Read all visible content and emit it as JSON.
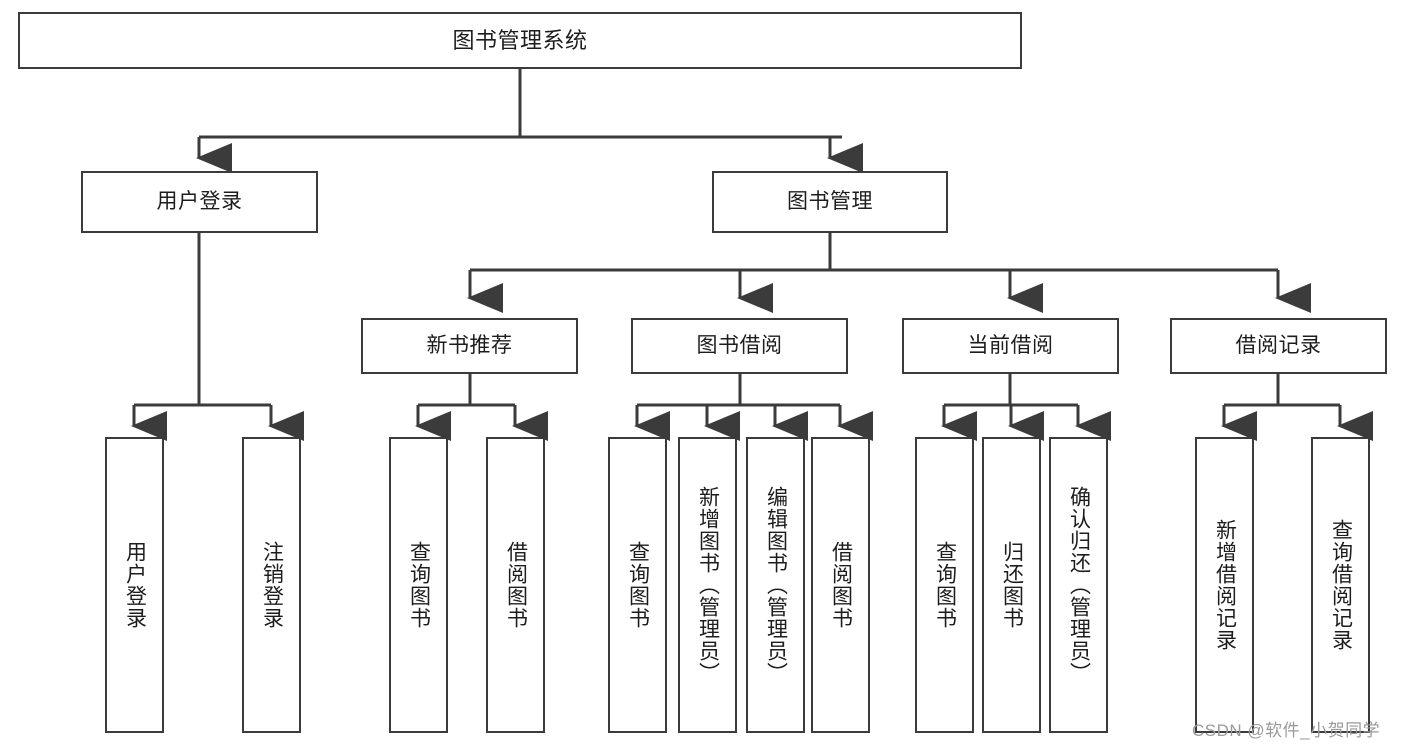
{
  "diagram": {
    "title": "图书管理系统",
    "type": "hierarchy-tree",
    "colors": {
      "box_border": "#3b3b3b",
      "box_fill": "#ffffff",
      "connector": "#3b3b3b",
      "text": "#1d1d1d",
      "watermark": "#9a9a9a",
      "background": "#ffffff"
    },
    "root": {
      "label": "图书管理系统"
    },
    "level2": [
      {
        "label": "用户登录"
      },
      {
        "label": "图书管理"
      }
    ],
    "level3": [
      {
        "label": "新书推荐"
      },
      {
        "label": "图书借阅"
      },
      {
        "label": "当前借阅"
      },
      {
        "label": "借阅记录"
      }
    ],
    "leaves": {
      "user_login": [
        {
          "label": "用户登录"
        },
        {
          "label": "注销登录"
        }
      ],
      "new_book_recommend": [
        {
          "label": "查询图书"
        },
        {
          "label": "借阅图书"
        }
      ],
      "book_borrow": [
        {
          "label": "查询图书"
        },
        {
          "label": "新增图书（管理员）"
        },
        {
          "label": "编辑图书（管理员）"
        },
        {
          "label": "借阅图书"
        }
      ],
      "current_borrow": [
        {
          "label": "查询图书"
        },
        {
          "label": "归还图书"
        },
        {
          "label": "确认归还（管理员）"
        }
      ],
      "borrow_records": [
        {
          "label": "新增借阅记录"
        },
        {
          "label": "查询借阅记录"
        }
      ]
    }
  },
  "watermark": {
    "text": "CSDN @软件_小贺同学"
  }
}
